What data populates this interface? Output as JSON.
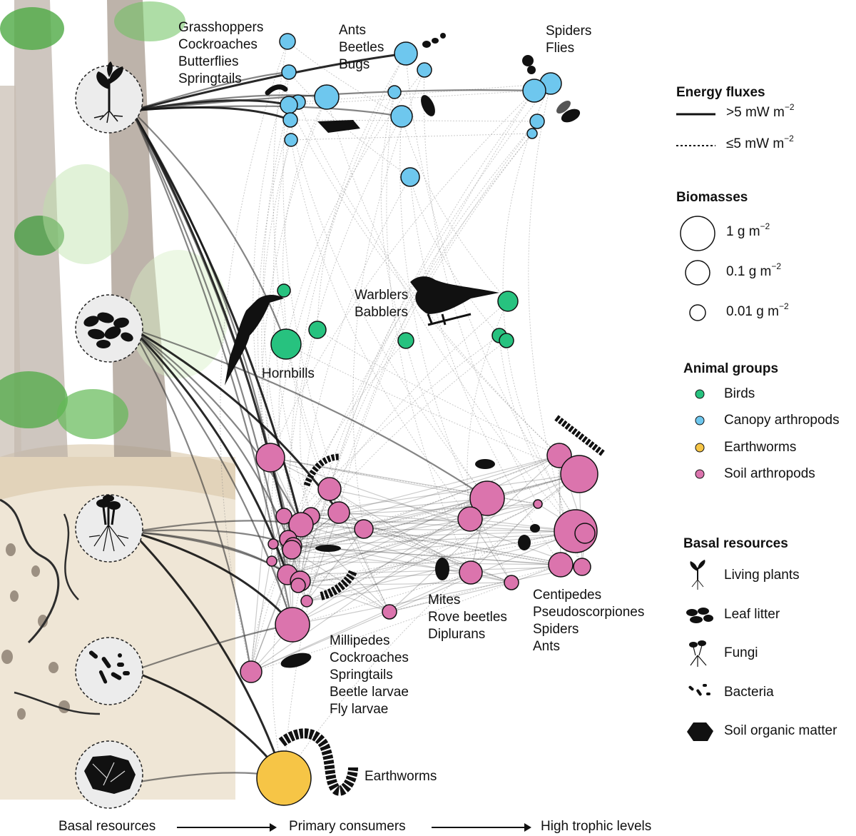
{
  "colors": {
    "birds": "#27c27f",
    "canopy_arthropods": "#6ec7ee",
    "earthworms": "#f6c546",
    "soil_arthropods": "#db74ad",
    "strong_flux": "#111111",
    "weak_flux": "#888888",
    "forest_green": "#58b94a",
    "bark": "#9a8f86",
    "soil": "#c9b79a"
  },
  "group_labels": {
    "canopy_a": [
      "Grasshoppers",
      "Cockroaches",
      "Butterflies",
      "Springtails"
    ],
    "canopy_b": [
      "Ants",
      "Beetles",
      "Bugs"
    ],
    "canopy_c": [
      "Spiders",
      "Flies"
    ],
    "hornbills": "Hornbills",
    "warblers": [
      "Warblers",
      "Babblers"
    ],
    "mites": [
      "Mites",
      "Rove beetles",
      "Diplurans"
    ],
    "centipedes": [
      "Centipedes",
      "Pseudoscorpiones",
      "Spiders",
      "Ants"
    ],
    "millipedes": [
      "Millipedes",
      "Cockroaches",
      "Springtails",
      "Beetle larvae",
      "Fly larvae"
    ],
    "earthworms": "Earthworms"
  },
  "legend": {
    "energy_title": "Energy fluxes",
    "flux_strong": "&gt;5 mW m",
    "flux_weak": "≤5 mW m",
    "flux_exp": "−2",
    "biomass_title": "Biomasses",
    "biomass": [
      {
        "value": "1 g m",
        "exp": "−2"
      },
      {
        "value": "0.1 g m",
        "exp": "−2"
      },
      {
        "value": "0.01 g m",
        "exp": "−2"
      }
    ],
    "groups_title": "Animal groups",
    "groups": [
      {
        "name": "Birds",
        "color": "#27c27f"
      },
      {
        "name": "Canopy arthropods",
        "color": "#6ec7ee"
      },
      {
        "name": "Earthworms",
        "color": "#f6c546"
      },
      {
        "name": "Soil arthropods",
        "color": "#db74ad"
      }
    ],
    "basal_title": "Basal resources",
    "basal": [
      {
        "name": "Living plants",
        "icon": "plant-icon"
      },
      {
        "name": "Leaf litter",
        "icon": "leaf-litter-icon"
      },
      {
        "name": "Fungi",
        "icon": "fungi-icon"
      },
      {
        "name": "Bacteria",
        "icon": "bacteria-icon"
      },
      {
        "name": "Soil organic matter",
        "icon": "soil-organic-matter-icon"
      }
    ]
  },
  "axis": {
    "basal": "Basal resources",
    "primary": "Primary consumers",
    "high": "High trophic levels"
  }
}
